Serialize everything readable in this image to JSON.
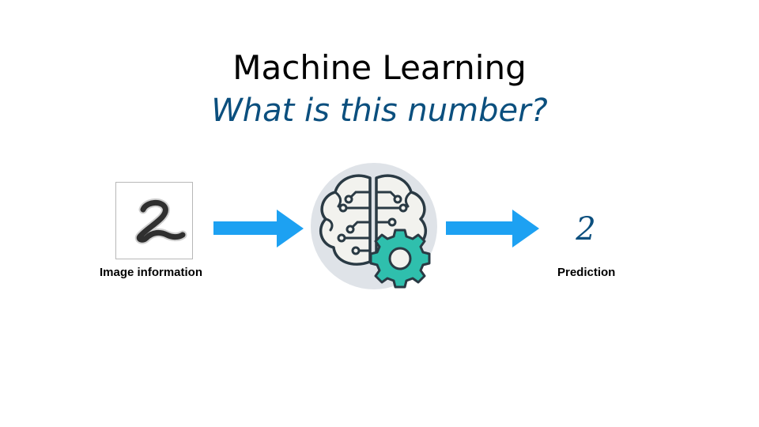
{
  "slide": {
    "title": "Machine Learning",
    "subtitle": "What is this number?"
  },
  "input": {
    "label": "Image information",
    "icon": "handwritten-digit-image"
  },
  "model": {
    "icon": "brain-gear-icon"
  },
  "output": {
    "value": "2",
    "label": "Prediction"
  },
  "colors": {
    "arrow": "#1da1f2",
    "accent": "#0b4f7e",
    "gear": "#2fbfad",
    "brain_fill": "#f2f2ee",
    "brain_bg": "#dfe3e8",
    "outline": "#2a3a44"
  }
}
